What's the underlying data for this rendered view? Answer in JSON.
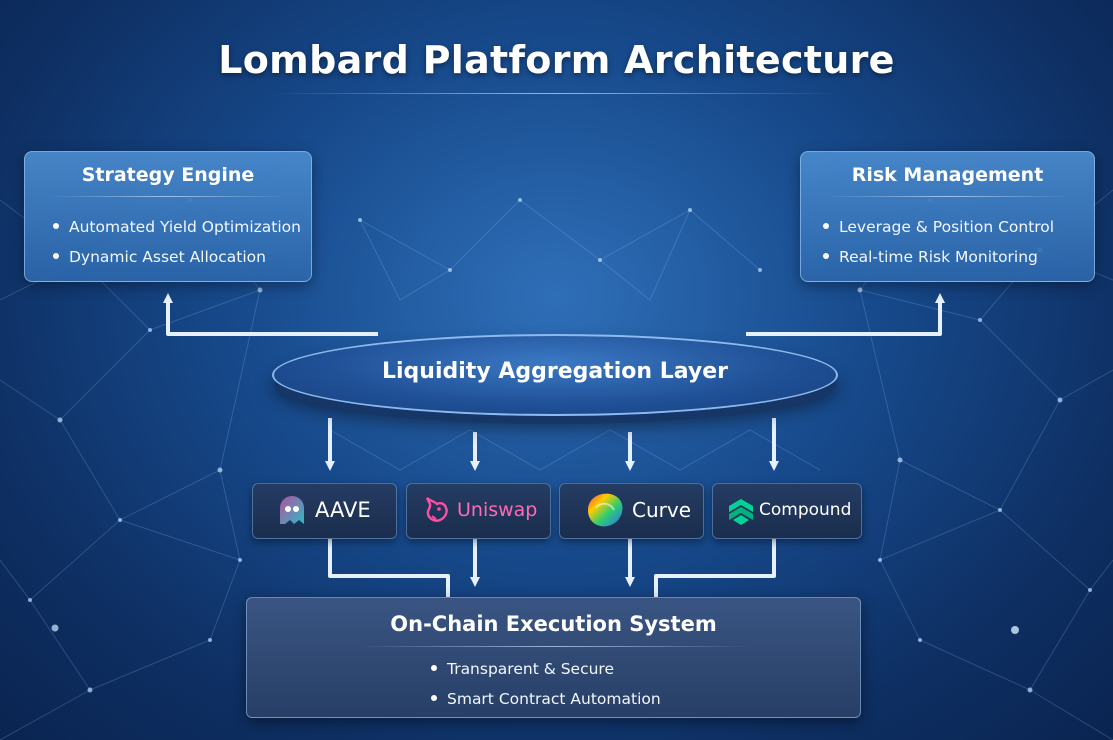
{
  "title": "Lombard Platform Architecture",
  "strategy_engine": {
    "title": "Strategy Engine",
    "items": [
      "Automated Yield Optimization",
      "Dynamic Asset Allocation"
    ]
  },
  "risk_management": {
    "title": "Risk Management",
    "items": [
      "Leverage & Position Control",
      "Real-time Risk Monitoring"
    ]
  },
  "liquidity_layer": {
    "label": "Liquidity Aggregation Layer"
  },
  "protocols": [
    {
      "label": "AAVE",
      "icon": "aave-ghost-icon",
      "color": "#a56bd8"
    },
    {
      "label": "Uniswap",
      "icon": "uniswap-unicorn-icon",
      "color": "#ff6bb5"
    },
    {
      "label": "Curve",
      "icon": "curve-rainbow-icon",
      "color": "#f7c948"
    },
    {
      "label": "Compound",
      "icon": "compound-logo-icon",
      "color": "#00d395"
    }
  ],
  "execution_system": {
    "title": "On-Chain Execution System",
    "items": [
      "Transparent & Secure",
      "Smart Contract Automation"
    ]
  },
  "colors": {
    "background": "#174a8c",
    "connector": "#e6f0ff",
    "box_accent": "#4a8bce"
  }
}
